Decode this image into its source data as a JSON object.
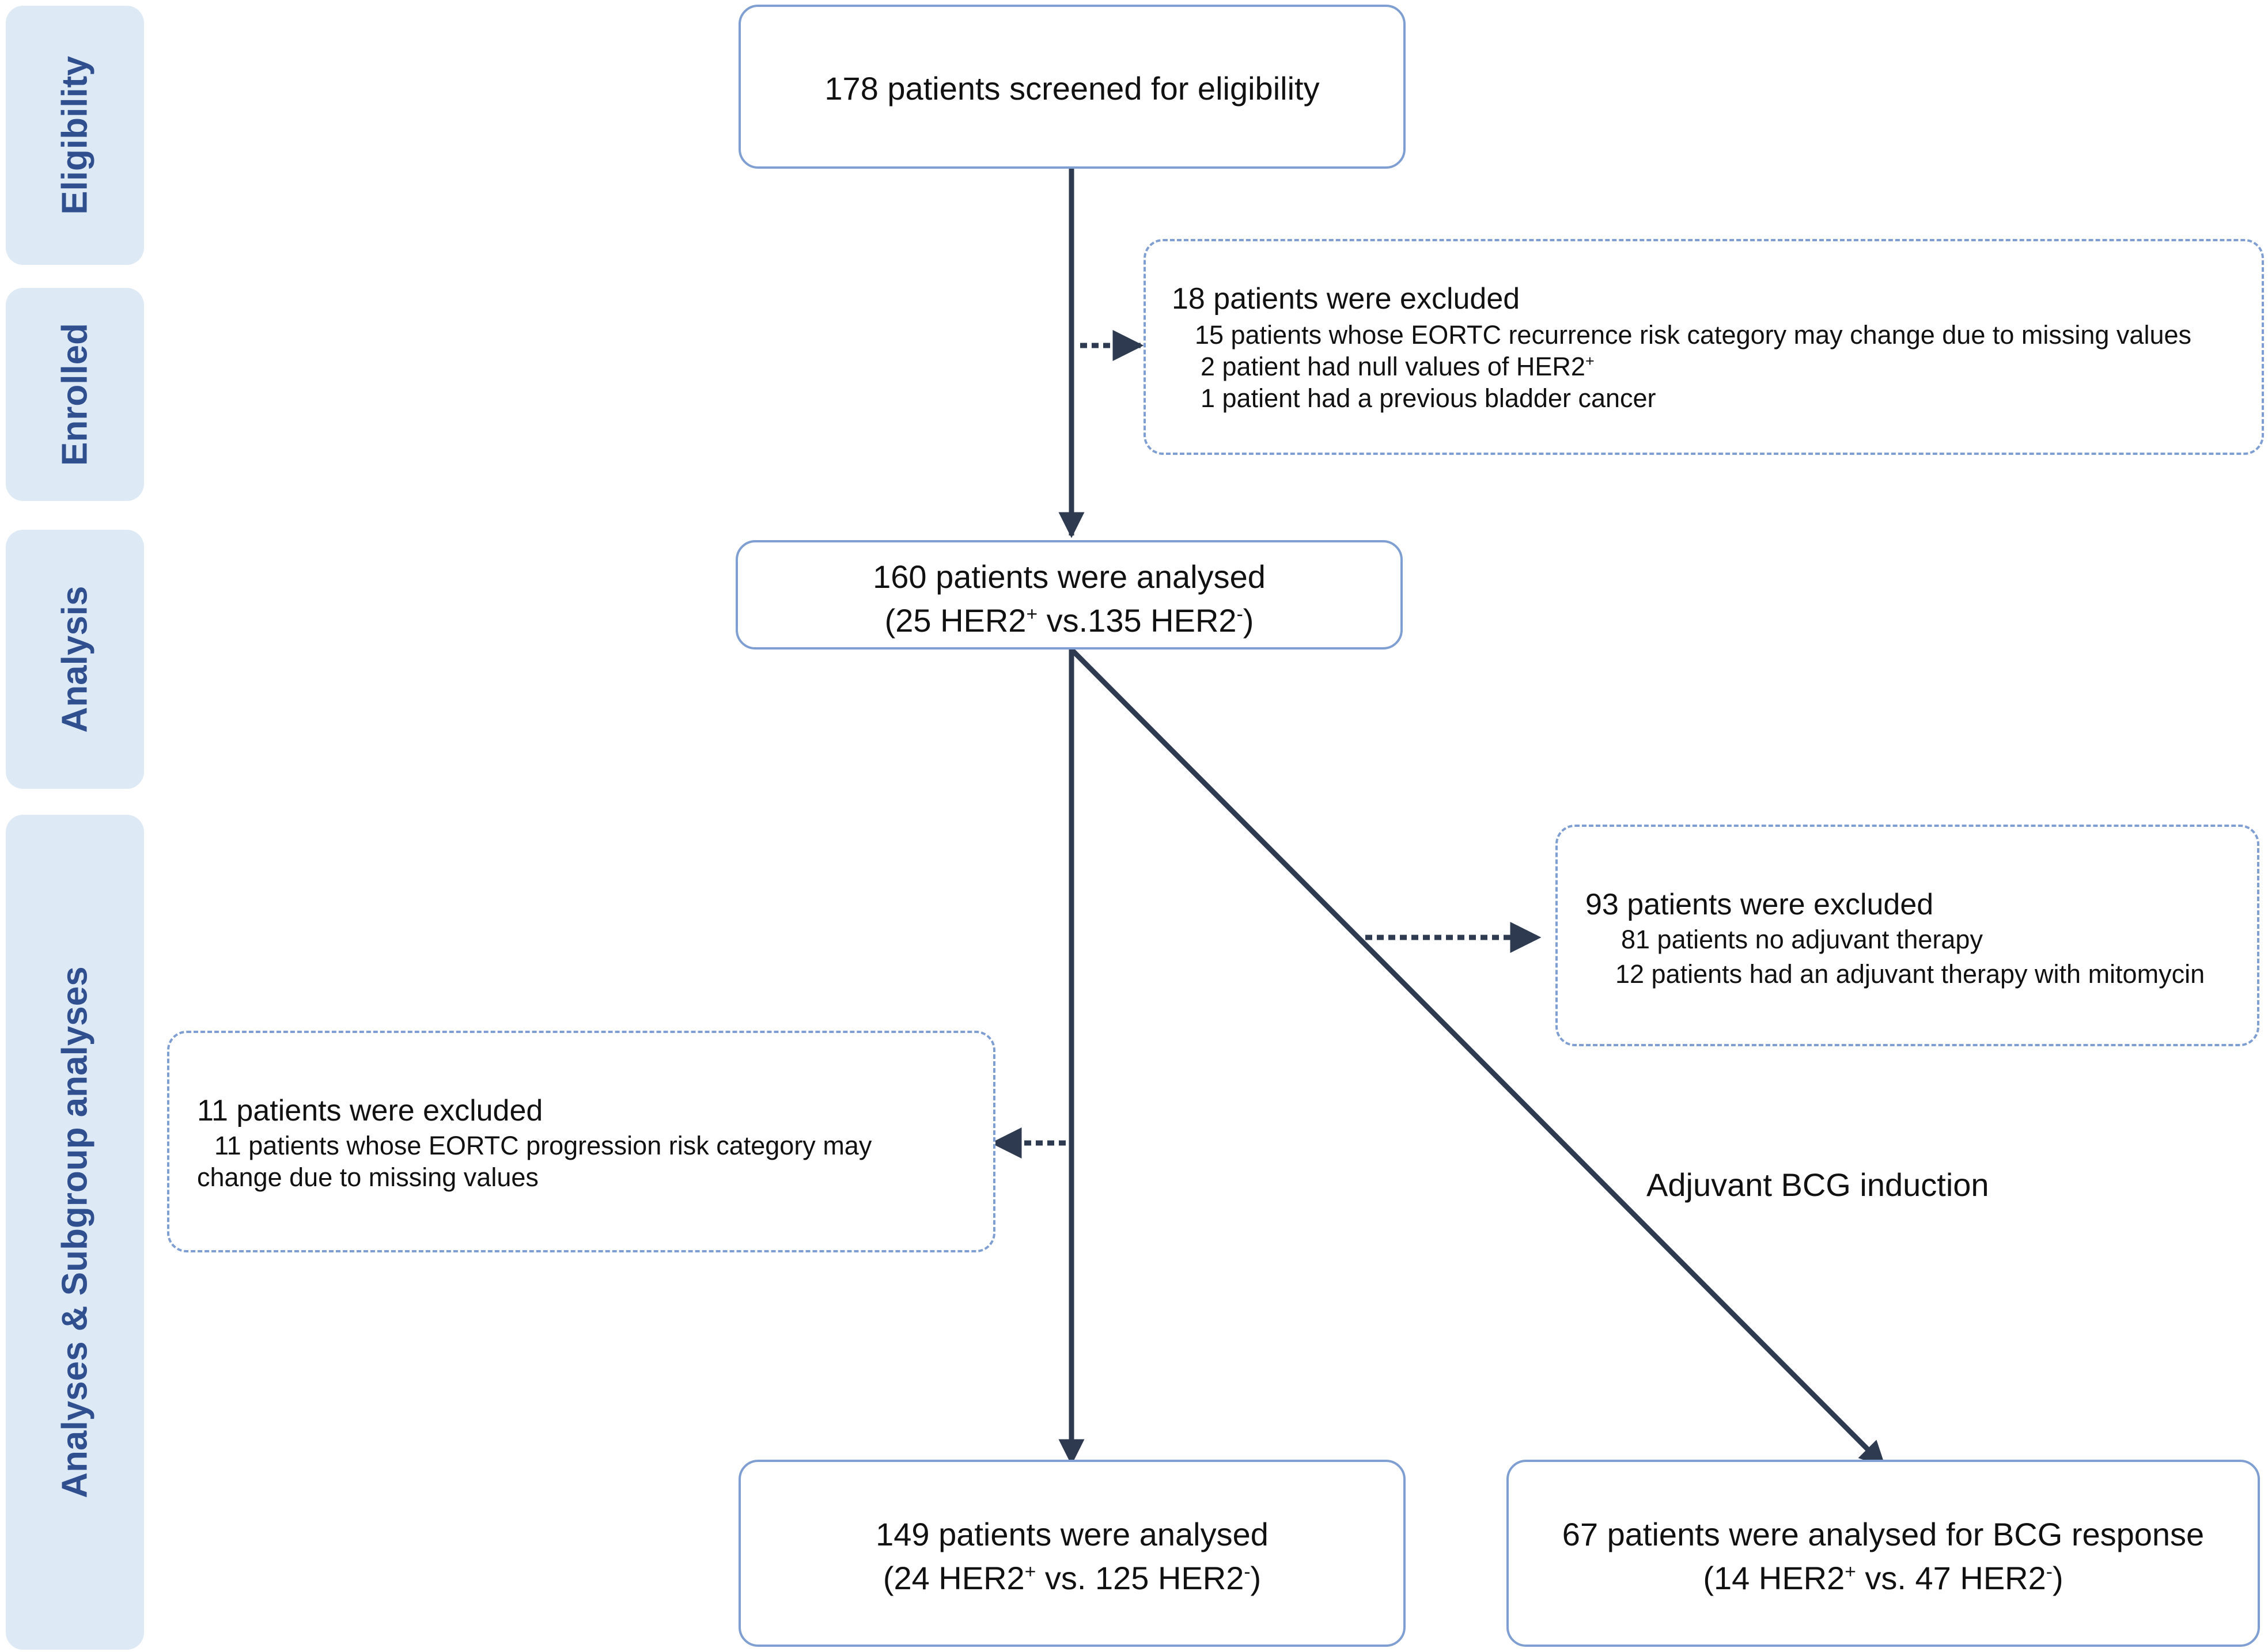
{
  "stages": {
    "eligibility": "Eligibility",
    "enrolled": "Enrolled",
    "analysis": "Analysis",
    "subgroup": "Analyses & Subgroup analyses"
  },
  "screened": {
    "text": "178 patients screened for eligibility"
  },
  "exclusion_1": {
    "title": "18 patients were excluded",
    "items": [
      "15 patients whose EORTC recurrence risk category may change due to missing values",
      "2 patient had null values of HER2",
      "1 patient had a previous bladder cancer"
    ],
    "item_2_superscript": "+"
  },
  "analysed_160": {
    "line1": "160 patients were analysed",
    "line2_a": "(25 HER2",
    "line2_a_sup": "+",
    "line2_b": " vs.135 HER2",
    "line2_b_sup": "-",
    "line2_c": ")"
  },
  "exclusion_2": {
    "title": "93 patients were excluded",
    "items": [
      "81 patients no adjuvant therapy",
      "12 patients had an adjuvant therapy with mitomycin"
    ]
  },
  "exclusion_3": {
    "title": "11 patients were excluded",
    "items": [
      "11 patients whose EORTC progression risk category may",
      "change due to missing values"
    ]
  },
  "branch_label": "Adjuvant BCG induction",
  "analysed_149": {
    "line1": "149 patients were analysed",
    "line2_a": "(24 HER2",
    "line2_a_sup": "+",
    "line2_b": " vs. 125 HER2",
    "line2_b_sup": "-",
    "line2_c": ")"
  },
  "analysed_67": {
    "line1": "67 patients were analysed for BCG response",
    "line2_a": "(14 HER2",
    "line2_a_sup": "+",
    "line2_b": " vs. 47 HER2",
    "line2_b_sup": "-",
    "line2_c": ")"
  },
  "colors": {
    "band_fill": "#dde9f4",
    "band_text": "#2f4f8f",
    "box_border": "#7f9ed2",
    "arrow": "#2d3a4f"
  }
}
